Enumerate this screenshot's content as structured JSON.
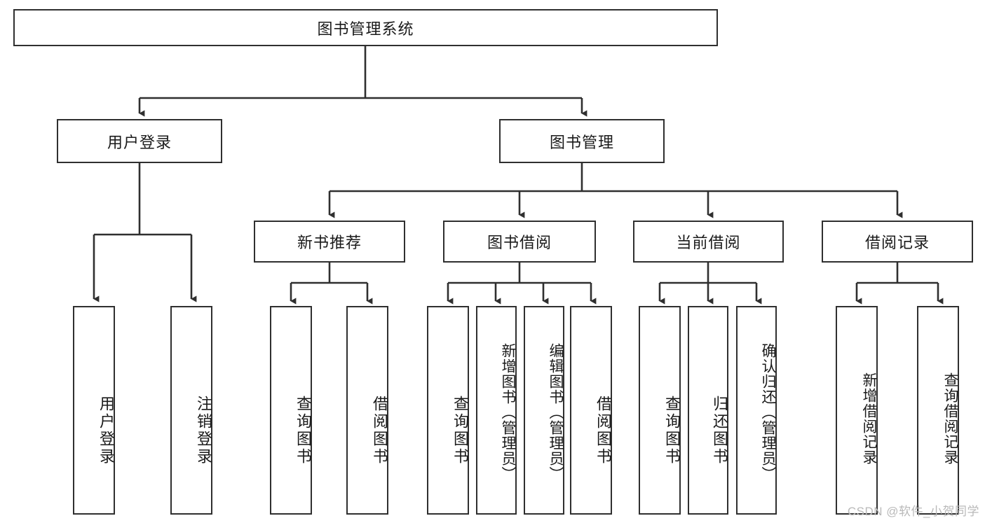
{
  "diagram": {
    "title_node": {
      "label": "图书管理系统"
    },
    "level2": [
      {
        "id": "user-login",
        "label": "用户登录"
      },
      {
        "id": "book-management",
        "label": "图书管理"
      }
    ],
    "level3": [
      {
        "id": "new-book-recommend",
        "label": "新书推荐"
      },
      {
        "id": "book-borrow",
        "label": "图书借阅"
      },
      {
        "id": "current-borrow",
        "label": "当前借阅"
      },
      {
        "id": "borrow-record",
        "label": "借阅记录"
      }
    ],
    "leaves": {
      "user_login": [
        {
          "id": "leaf-user-login",
          "label": "用户登录"
        },
        {
          "id": "leaf-logout-login",
          "label": "注销登录"
        }
      ],
      "new_book_recommend": [
        {
          "id": "leaf-query-book-1",
          "label": "查询图书"
        },
        {
          "id": "leaf-borrow-book-1",
          "label": "借阅图书"
        }
      ],
      "book_borrow": [
        {
          "id": "leaf-query-book-2",
          "label": "查询图书"
        },
        {
          "id": "leaf-add-book",
          "label": "新增图书（管理员）"
        },
        {
          "id": "leaf-edit-book",
          "label": "编辑图书（管理员）"
        },
        {
          "id": "leaf-borrow-book-2",
          "label": "借阅图书"
        }
      ],
      "current_borrow": [
        {
          "id": "leaf-query-book-3",
          "label": "查询图书"
        },
        {
          "id": "leaf-return-book",
          "label": "归还图书"
        },
        {
          "id": "leaf-confirm-return",
          "label": "确认归还（管理员）"
        }
      ],
      "borrow_record": [
        {
          "id": "leaf-add-record",
          "label": "新增借阅记录"
        },
        {
          "id": "leaf-query-record",
          "label": "查询借阅记录"
        }
      ]
    },
    "watermark": "CSDN @软件_小贺同学",
    "colors": {
      "stroke": "#2f2f2f",
      "fill": "#ffffff",
      "text": "#1a1a1a",
      "watermark": "#b9b9b9"
    }
  }
}
